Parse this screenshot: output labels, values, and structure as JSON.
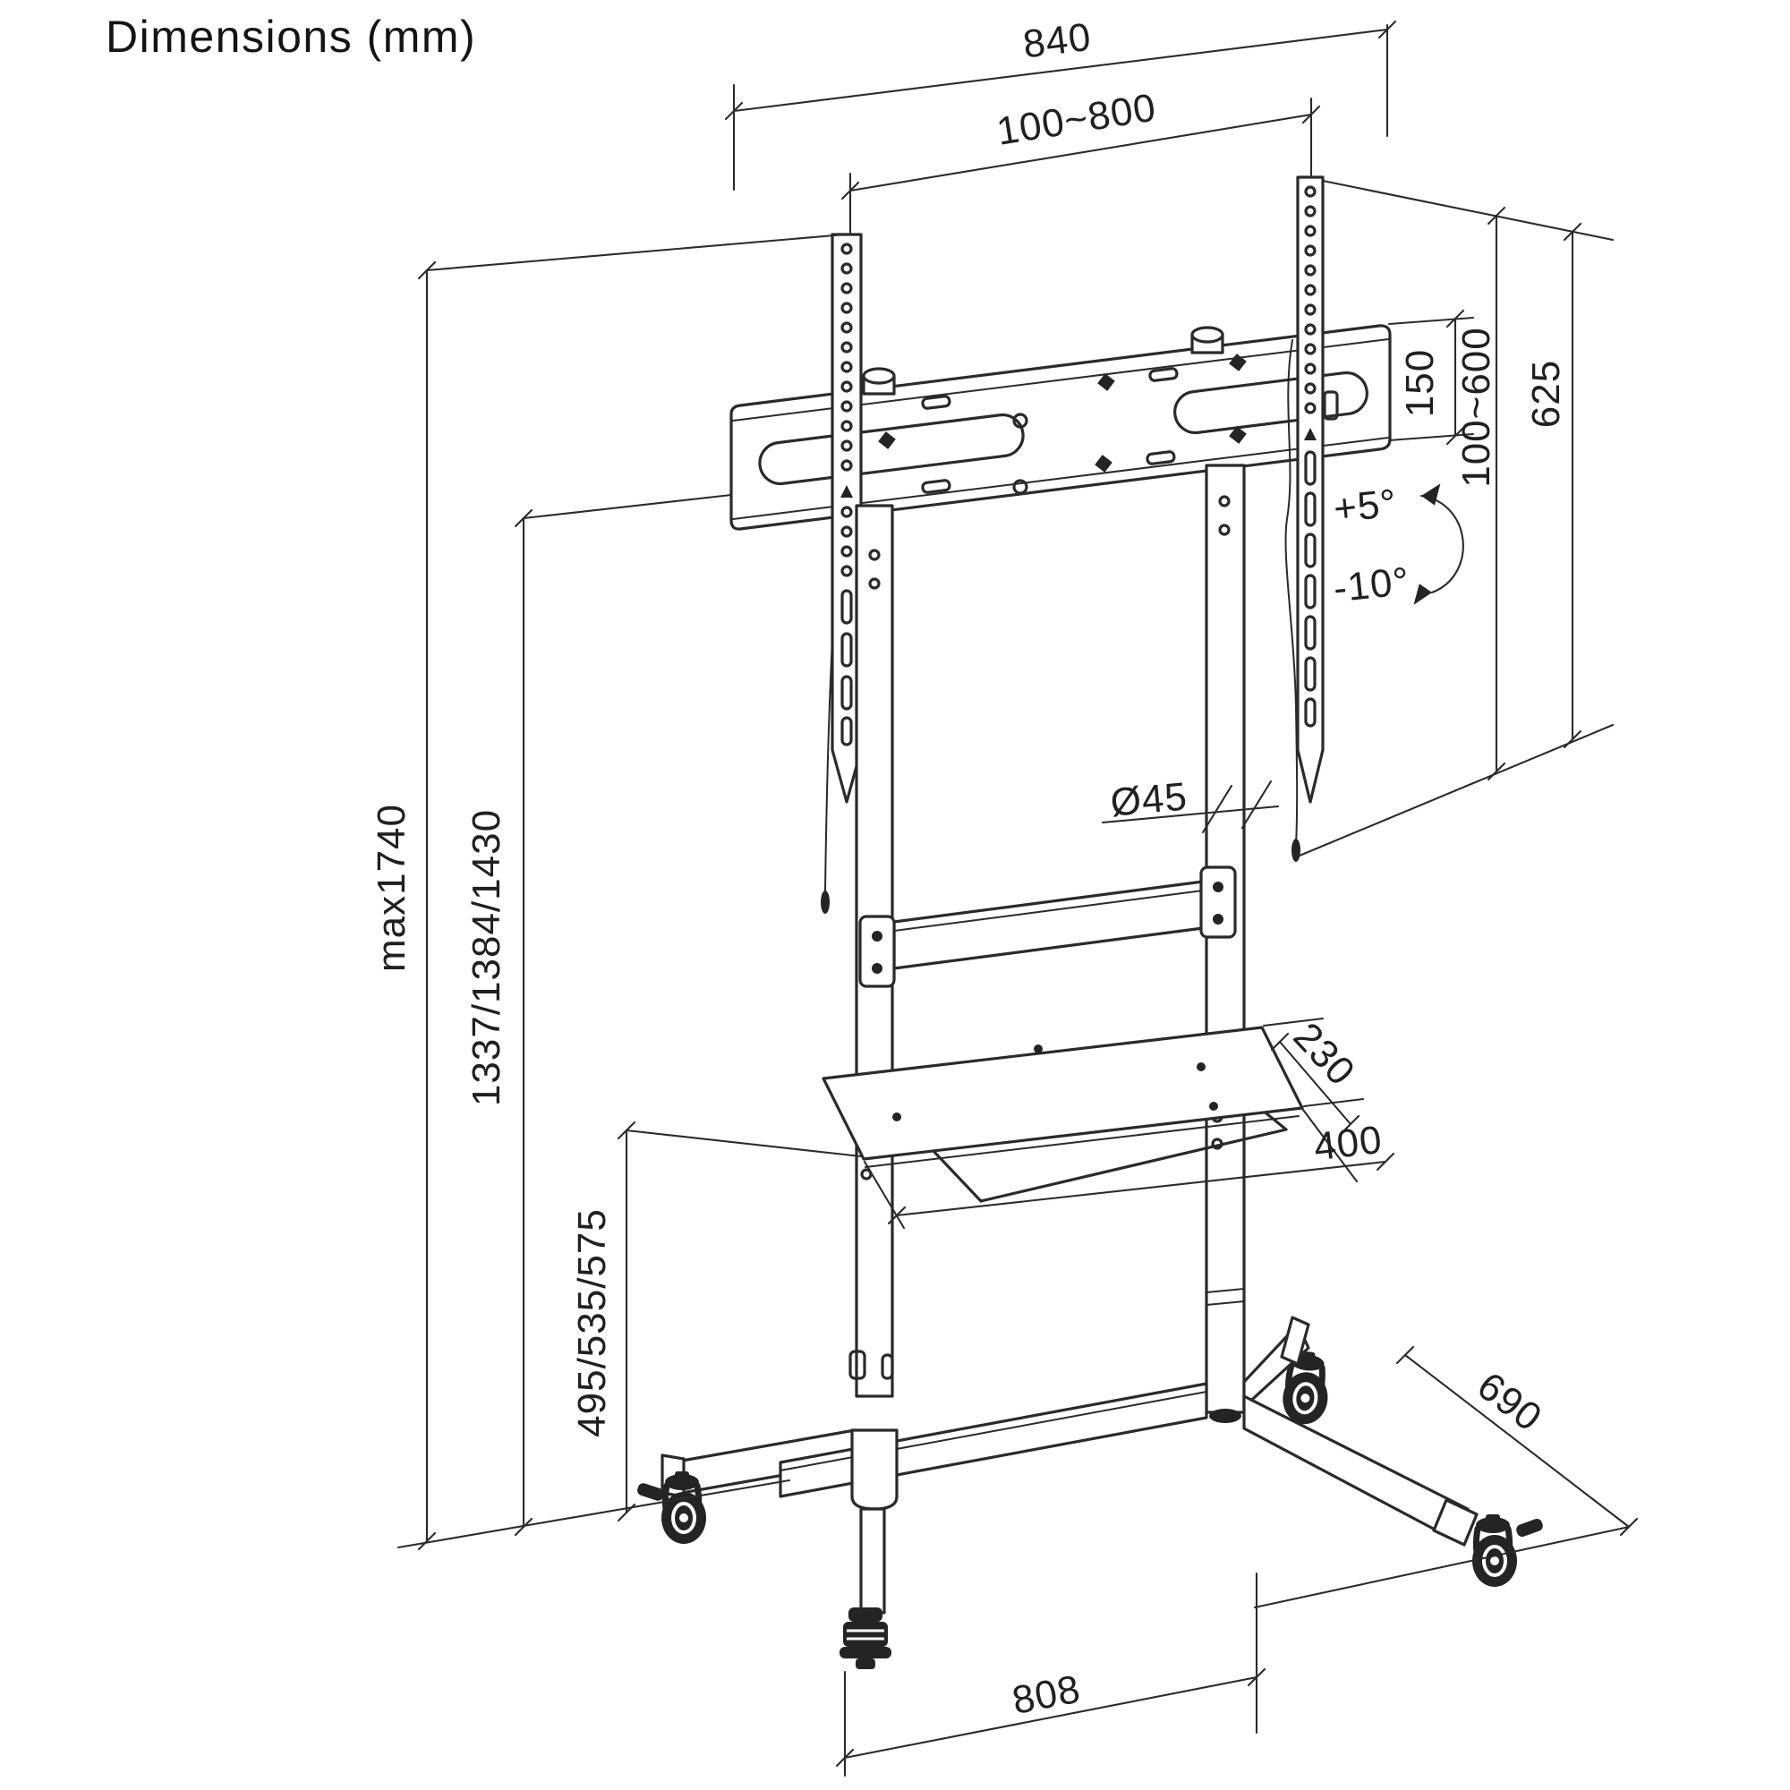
{
  "title": "Dimensions (mm)",
  "units": "mm",
  "dimensions": {
    "overall_width": "840",
    "vesa_width_range": "100~800",
    "plate_height": "150",
    "vesa_height_range": "100~600",
    "bracket_height": "625",
    "tilt_up": "+5°",
    "tilt_down": "-10°",
    "pole_diameter": "Ø45",
    "shelf_depth": "230",
    "shelf_width": "400",
    "max_height": "max1740",
    "screen_center_heights": "1337/1384/1430",
    "shelf_heights": "495/535/575",
    "base_depth": "690",
    "base_width": "808"
  }
}
